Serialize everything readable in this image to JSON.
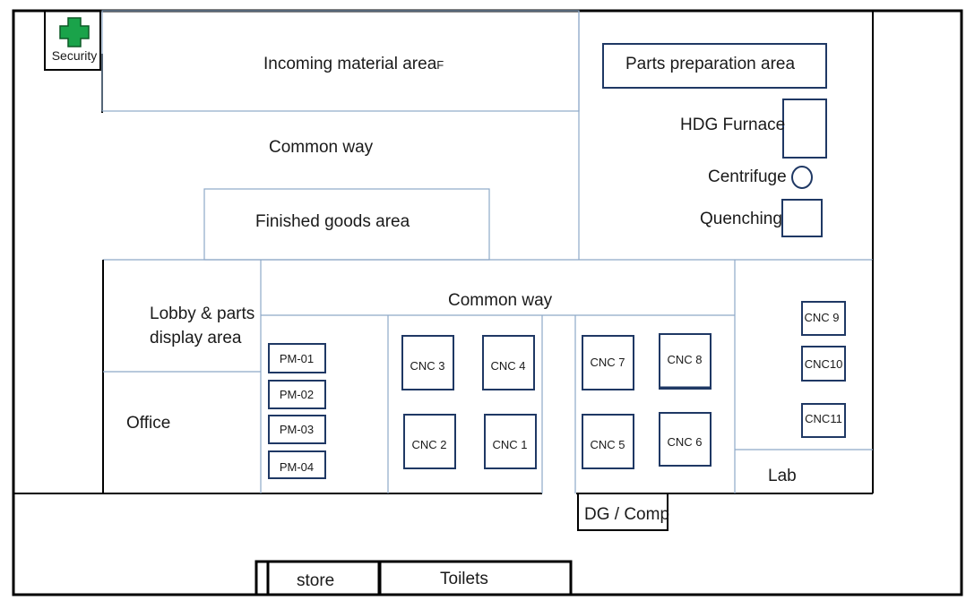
{
  "areas": {
    "security": "Security",
    "incoming": "Incoming material area",
    "incoming_suffix": "F",
    "parts_prep": "Parts preparation area",
    "hdg_furnace": "HDG Furnace",
    "centrifuge": "Centrifuge",
    "quenching": "Quenching",
    "common_way_top": "Common way",
    "finished_goods": "Finished goods area",
    "common_way_middle": "Common way",
    "lobby_line1": "Lobby & parts",
    "lobby_line2": "display area",
    "office": "Office",
    "lab": "Lab",
    "dg_comp": "DG / Comp",
    "store": "store",
    "toilets": "Toilets"
  },
  "press_machines": [
    "PM-01",
    "PM-02",
    "PM-03",
    "PM-04"
  ],
  "cnc": {
    "cnc3": "CNC 3",
    "cnc4": "CNC 4",
    "cnc2": "CNC 2",
    "cnc1": "CNC 1",
    "cnc7": "CNC 7",
    "cnc8": "CNC 8",
    "cnc5": "CNC 5",
    "cnc6": "CNC 6",
    "cnc9": "CNC 9",
    "cnc10": "CNC10",
    "cnc11": "CNC11"
  },
  "icons": {
    "first_aid": "first-aid-cross-icon"
  },
  "colors": {
    "machine_border": "#1f3864",
    "area_border": "#8ea9c8",
    "first_aid": "#1aa34a"
  }
}
